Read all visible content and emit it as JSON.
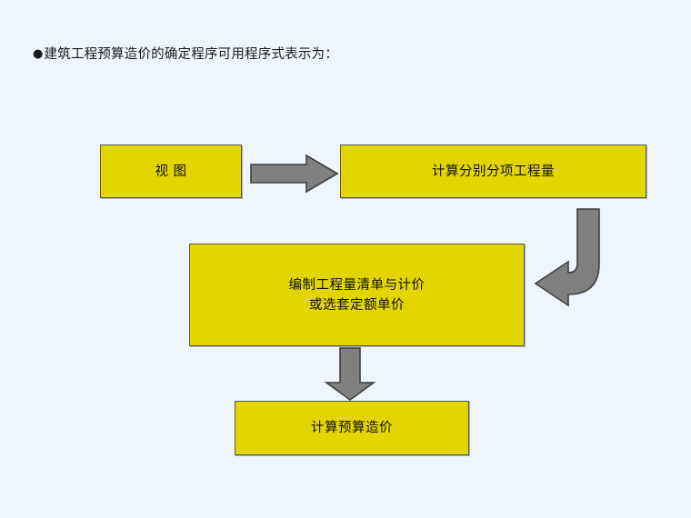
{
  "slide": {
    "background_color": "#eff5fc",
    "heading": {
      "bullet": "●",
      "text": "建筑工程预算造价的确定程序可用程序式表示为："
    }
  },
  "flowchart": {
    "type": "process-flow",
    "box_fill_color": "#e3d500",
    "box_border_color": "#585858",
    "arrow_fill_color": "#808080",
    "arrow_border_color": "#3f3f3f",
    "nodes": [
      {
        "id": "view",
        "label": "视  图",
        "order": 1
      },
      {
        "id": "quantity",
        "label": "计算分别分项工程量",
        "order": 2
      },
      {
        "id": "boq",
        "label": "编制工程量清单与计价\n或选套定额单价",
        "order": 3
      },
      {
        "id": "cost",
        "label": "计算预算造价",
        "order": 4
      }
    ],
    "connectors": [
      {
        "id": "right-arrow",
        "from": "view",
        "to": "quantity",
        "shape": "straight-right-arrow"
      },
      {
        "id": "curve-arrow",
        "from": "quantity",
        "to": "boq",
        "shape": "curved-down-left-arrow"
      },
      {
        "id": "down-arrow",
        "from": "boq",
        "to": "cost",
        "shape": "straight-down-arrow"
      }
    ]
  }
}
